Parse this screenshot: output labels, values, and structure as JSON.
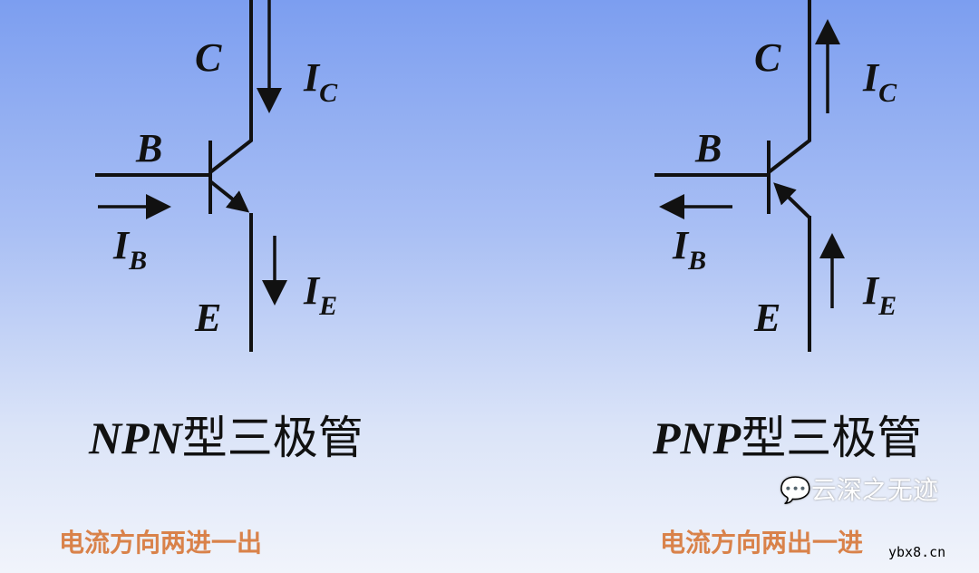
{
  "npn": {
    "labels": {
      "c": "C",
      "b": "B",
      "e": "E",
      "ic": "I",
      "ic_sub": "C",
      "ib": "I",
      "ib_sub": "B",
      "ie": "I",
      "ie_sub": "E"
    },
    "title_latin": "NPN",
    "title_cn": "型三极管",
    "note": "电流方向两进一出"
  },
  "pnp": {
    "labels": {
      "c": "C",
      "b": "B",
      "e": "E",
      "ic": "I",
      "ic_sub": "C",
      "ib": "I",
      "ib_sub": "B",
      "ie": "I",
      "ie_sub": "E"
    },
    "title_latin": "PNP",
    "title_cn": "型三极管",
    "note": "电流方向两出一进"
  },
  "watermark": {
    "name": "云深之无迹",
    "site": "ybx8.cn",
    "icon": "wechat-icon"
  },
  "colors": {
    "line": "#111111",
    "note": "#d9824a"
  }
}
